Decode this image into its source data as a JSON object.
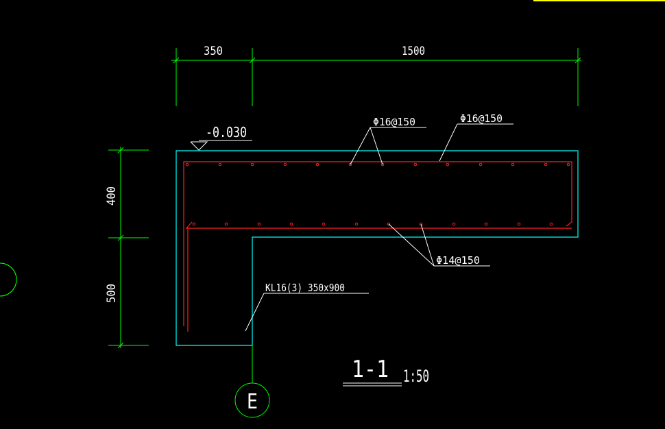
{
  "drawing": {
    "dimensions": {
      "top_left": "350",
      "top_right": "1500",
      "left_upper": "400",
      "left_lower": "500"
    },
    "elevation": "-0.030",
    "rebar_labels": {
      "top_a": "Φ16@150",
      "top_b": "Φ16@150",
      "bottom": "Φ14@150"
    },
    "beam_label": "KL16(3) 350x900",
    "grid_axis": "E",
    "section": {
      "title": "1-1",
      "scale": "1:50"
    },
    "colors": {
      "background": "#000000",
      "dimension": "#00ff00",
      "concrete_outline": "#00ffff",
      "rebar": "#ff2020",
      "text": "#ffffff",
      "corner_mark": "#ffff00"
    }
  }
}
